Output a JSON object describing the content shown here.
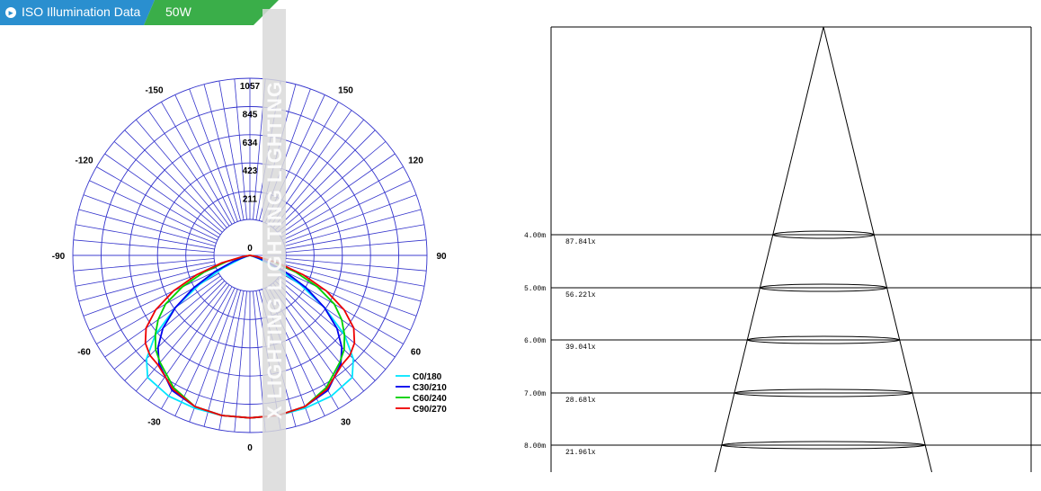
{
  "header": {
    "title": "ISO Illumination  Data",
    "power": "50W",
    "colors": {
      "blue": "#2a8fcf",
      "green": "#3aae49"
    }
  },
  "watermark": {
    "text": "X LIGHTING  LIGHTING  LIGHTING"
  },
  "chart_data": [
    {
      "type": "polar",
      "radial_max": 1057,
      "radial_ticks": [
        0,
        211,
        423,
        634,
        845,
        1057
      ],
      "angle_labels": [
        "0",
        "30",
        "60",
        "90",
        "120",
        "150",
        "-150",
        "-120",
        "-90",
        "-60",
        "-30"
      ],
      "grid": true,
      "legend_position": "bottom-right",
      "series": [
        {
          "name": "C0/180",
          "color": "#00e5ff",
          "angles": [
            0,
            10,
            20,
            30,
            40,
            45,
            50,
            55,
            60,
            65,
            70,
            75,
            80,
            90
          ],
          "values": [
            1000,
            1000,
            1000,
            1000,
            980,
            900,
            760,
            560,
            360,
            180,
            60,
            10,
            0,
            0
          ]
        },
        {
          "name": "C30/210",
          "color": "#0000ee",
          "angles": [
            0,
            10,
            20,
            30,
            40,
            45,
            50,
            55,
            60,
            65,
            70,
            75,
            80,
            90
          ],
          "values": [
            1000,
            1000,
            990,
            960,
            870,
            800,
            700,
            560,
            400,
            240,
            110,
            30,
            0,
            0
          ]
        },
        {
          "name": "C60/240",
          "color": "#00d000",
          "angles": [
            0,
            10,
            20,
            30,
            40,
            45,
            50,
            55,
            60,
            65,
            70,
            75,
            80,
            90
          ],
          "values": [
            1000,
            1000,
            990,
            940,
            860,
            820,
            760,
            690,
            600,
            460,
            300,
            150,
            40,
            0
          ]
        },
        {
          "name": "C90/270",
          "color": "#ee0000",
          "angles": [
            0,
            10,
            20,
            30,
            40,
            45,
            50,
            55,
            60,
            65,
            70,
            75,
            80,
            90
          ],
          "values": [
            1000,
            1000,
            990,
            950,
            880,
            870,
            840,
            780,
            670,
            520,
            350,
            180,
            50,
            0
          ]
        }
      ]
    },
    {
      "type": "illuminance_cone",
      "rows": [
        {
          "height": "4.00m",
          "lux": "87.84lx"
        },
        {
          "height": "5.00m",
          "lux": "56.22lx"
        },
        {
          "height": "6.00m",
          "lux": "39.04lx"
        },
        {
          "height": "7.00m",
          "lux": "28.68lx"
        },
        {
          "height": "8.00m",
          "lux": "21.96lx"
        }
      ]
    }
  ]
}
